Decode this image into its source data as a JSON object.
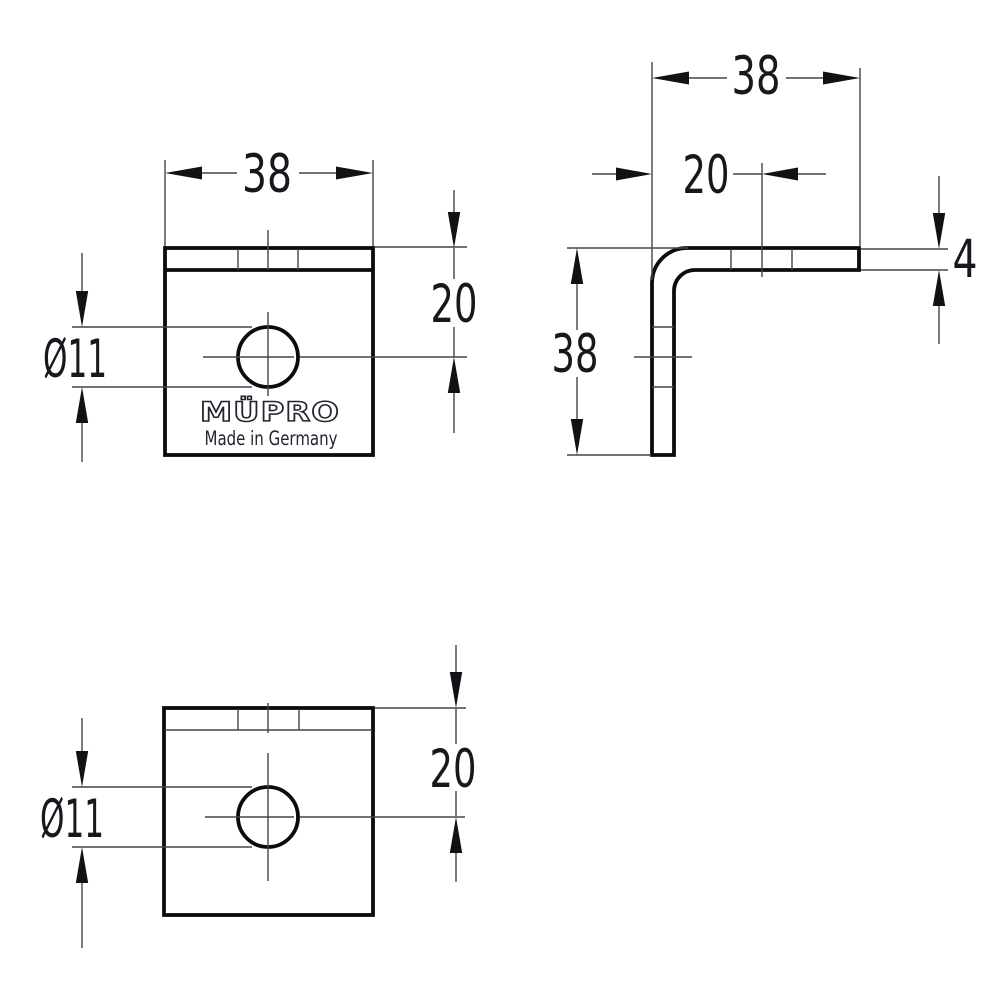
{
  "drawing": {
    "description": "Technical drawing of an angle bracket with three orthographic views",
    "brand": "MÜPRO",
    "brand_subtitle": "Made in Germany",
    "colors": {
      "background": "#ffffff",
      "outline": "#0b0c10",
      "thin_line": "#43454e",
      "text": "#17181d"
    },
    "views": {
      "front": {
        "dim_width": "38",
        "dim_hole_offset": "20",
        "dim_hole_diameter": "Ø11"
      },
      "side": {
        "dim_width": "38",
        "dim_hole_offset": "20",
        "dim_height": "38",
        "dim_thickness": "4"
      },
      "bottom": {
        "dim_hole_offset": "20",
        "dim_hole_diameter": "Ø11"
      }
    }
  }
}
